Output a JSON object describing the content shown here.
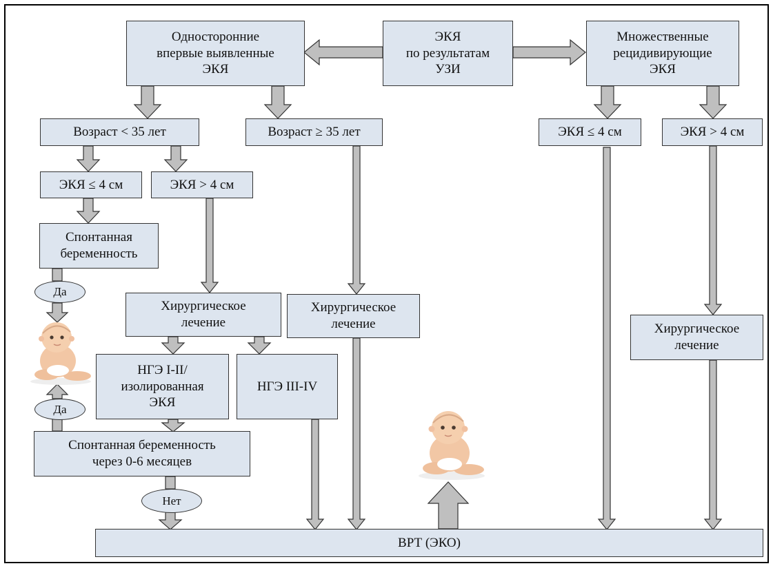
{
  "boxes": {
    "unilateral": "Односторонние\nвпервые выявленные\nЭКЯ",
    "ultrasound": "ЭКЯ\nпо результатам\nУЗИ",
    "multiple": "Множественные\nрецидивирующие\nЭКЯ",
    "age_under_35": "Возраст  < 35 лет",
    "age_over_35": "Возраст ≥ 35 лет",
    "right_small": "ЭКЯ ≤ 4 см",
    "right_large": "ЭКЯ > 4 см",
    "left_small": "ЭКЯ ≤ 4 см",
    "left_large": "ЭКЯ > 4 см",
    "spontaneous_1": "Спонтанная\nбеременность",
    "surgery_left": "Хирургическое\nлечение",
    "surgery_mid": "Хирургическое\nлечение",
    "surgery_right": "Хирургическое\nлечение",
    "nge_1_2": "НГЭ I-II/\nизолированная\nЭКЯ",
    "nge_3_4": "НГЭ III-IV",
    "spontaneous_2": "Спонтанная беременность\nчерез 0-6 месяцев",
    "art": "ВРТ (ЭКО)"
  },
  "ovals": {
    "yes_top": "Да",
    "yes_bottom": "Да",
    "no": "Нет"
  },
  "colors": {
    "box_fill": "#dde5ef",
    "arrow_fill": "#bfbfbf",
    "border": "#333333"
  }
}
